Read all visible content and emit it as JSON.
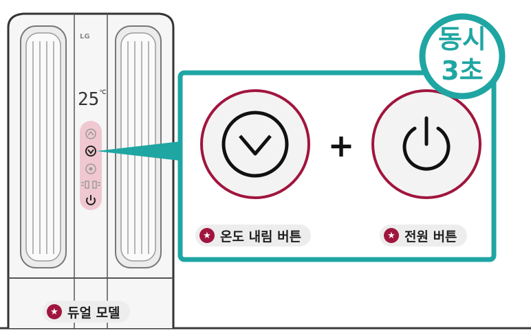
{
  "device": {
    "brand": "LG",
    "temperature": "25",
    "temperature_unit": "℃"
  },
  "callout": {
    "badge_line1": "동시",
    "badge_line2": "3초",
    "plus": "+",
    "temp_down_label": "온도 내림 버튼",
    "power_label": "전원 버튼"
  },
  "model_label": "듀얼 모델",
  "colors": {
    "teal": "#1fa6a3",
    "crimson": "#a0153e",
    "panel_pink": "#f0c8d2"
  }
}
